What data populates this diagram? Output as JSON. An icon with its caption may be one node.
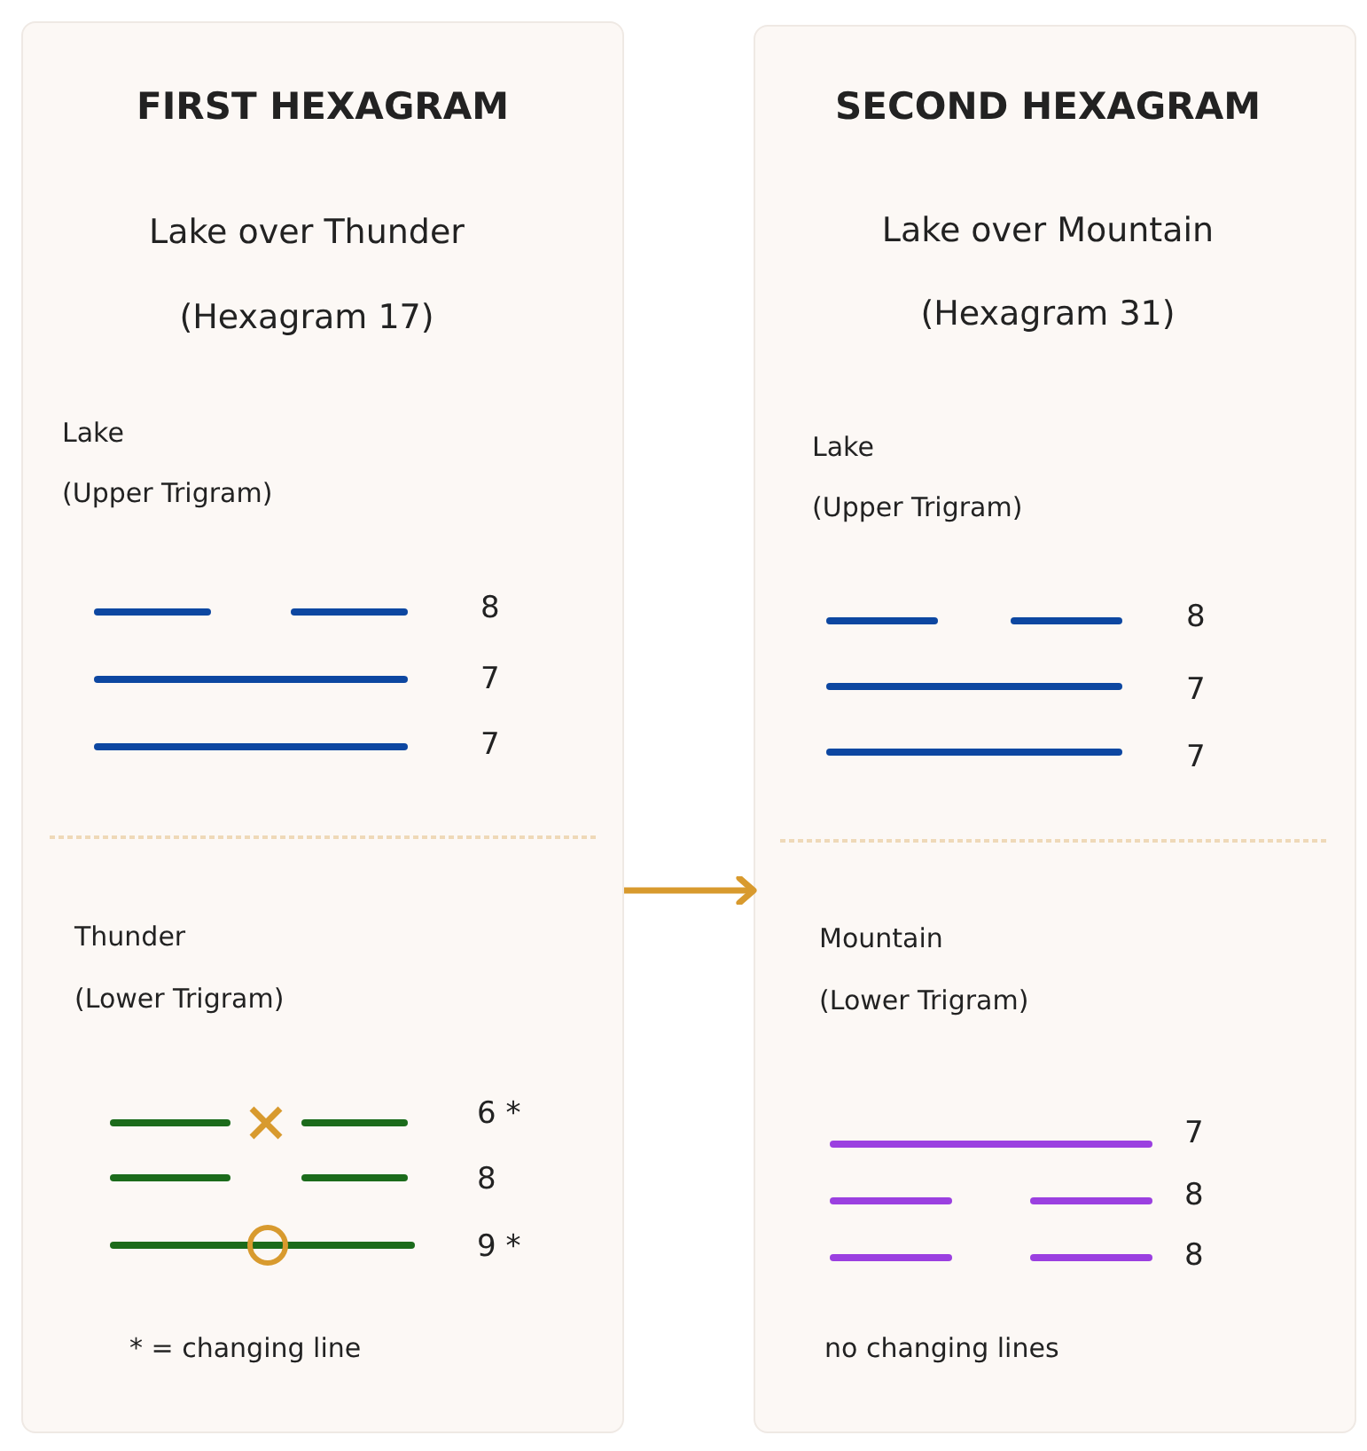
{
  "diagram": {
    "nodes": [
      {
        "text": [
          "FIRST HEXAGRAM",
          "Lake over Thunder",
          "(Hexagram 17)",
          "Lake",
          "(Upper Trigram)",
          "8",
          "7",
          "7",
          "Thunder",
          "(Lower Trigram)",
          "6 *",
          "8",
          "9 *",
          "* = changing line"
        ]
      },
      {
        "text": [
          "SECOND HEXAGRAM",
          "Lake over Mountain",
          "(Hexagram 31)",
          "Lake",
          "(Upper Trigram)",
          "8",
          "7",
          "7",
          "Mountain",
          "(Lower Trigram)",
          "7",
          "8",
          "8",
          "no changing lines"
        ]
      }
    ],
    "edges": [
      {
        "from": 0,
        "to": 1,
        "arrow": "to",
        "color": "#d89a2e"
      }
    ]
  }
}
